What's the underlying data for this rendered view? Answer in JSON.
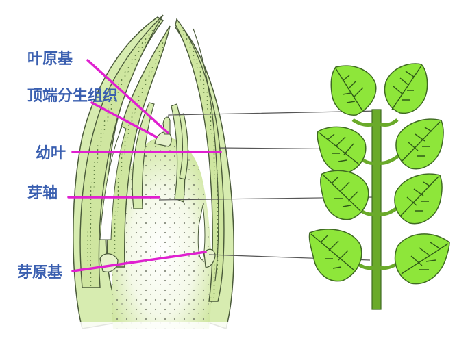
{
  "diagram": {
    "type": "botanical-illustration",
    "subject": "bud longitudinal section and shoot",
    "colors": {
      "label_text": "#3a5fb0",
      "pointer_line": "#e020d0",
      "connector_line": "#555555",
      "bud_tissue": "#cfe6a0",
      "bud_outline": "#4a5a3a",
      "leaf_fill": "#8ee63a",
      "leaf_outline": "#3f6a22",
      "stem": "#6aaa2a"
    },
    "labels": [
      {
        "id": "leaf-primordium",
        "text": "叶原基"
      },
      {
        "id": "apical-meristem",
        "text": "顶端分生组织"
      },
      {
        "id": "young-leaf",
        "text": "幼叶"
      },
      {
        "id": "bud-axis",
        "text": "芽轴"
      },
      {
        "id": "bud-primordium",
        "text": "芽原基"
      }
    ]
  }
}
